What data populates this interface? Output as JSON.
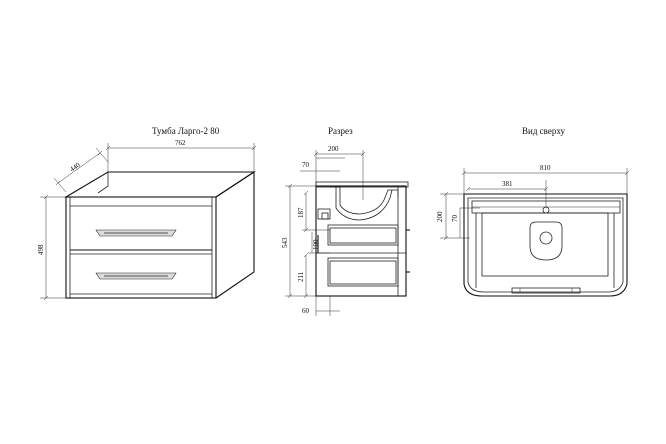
{
  "titles": {
    "front": "Тумба Ларго-2  80",
    "section": "Разрез",
    "top": "Вид сверху"
  },
  "dims": {
    "front_width": "762",
    "front_depth": "440",
    "front_height": "498",
    "section_200": "200",
    "section_70": "70",
    "section_187": "187",
    "section_543": "543",
    "section_100": "100",
    "section_211": "211",
    "section_60": "60",
    "top_810": "810",
    "top_381": "381",
    "top_200": "200",
    "top_70": "70"
  }
}
